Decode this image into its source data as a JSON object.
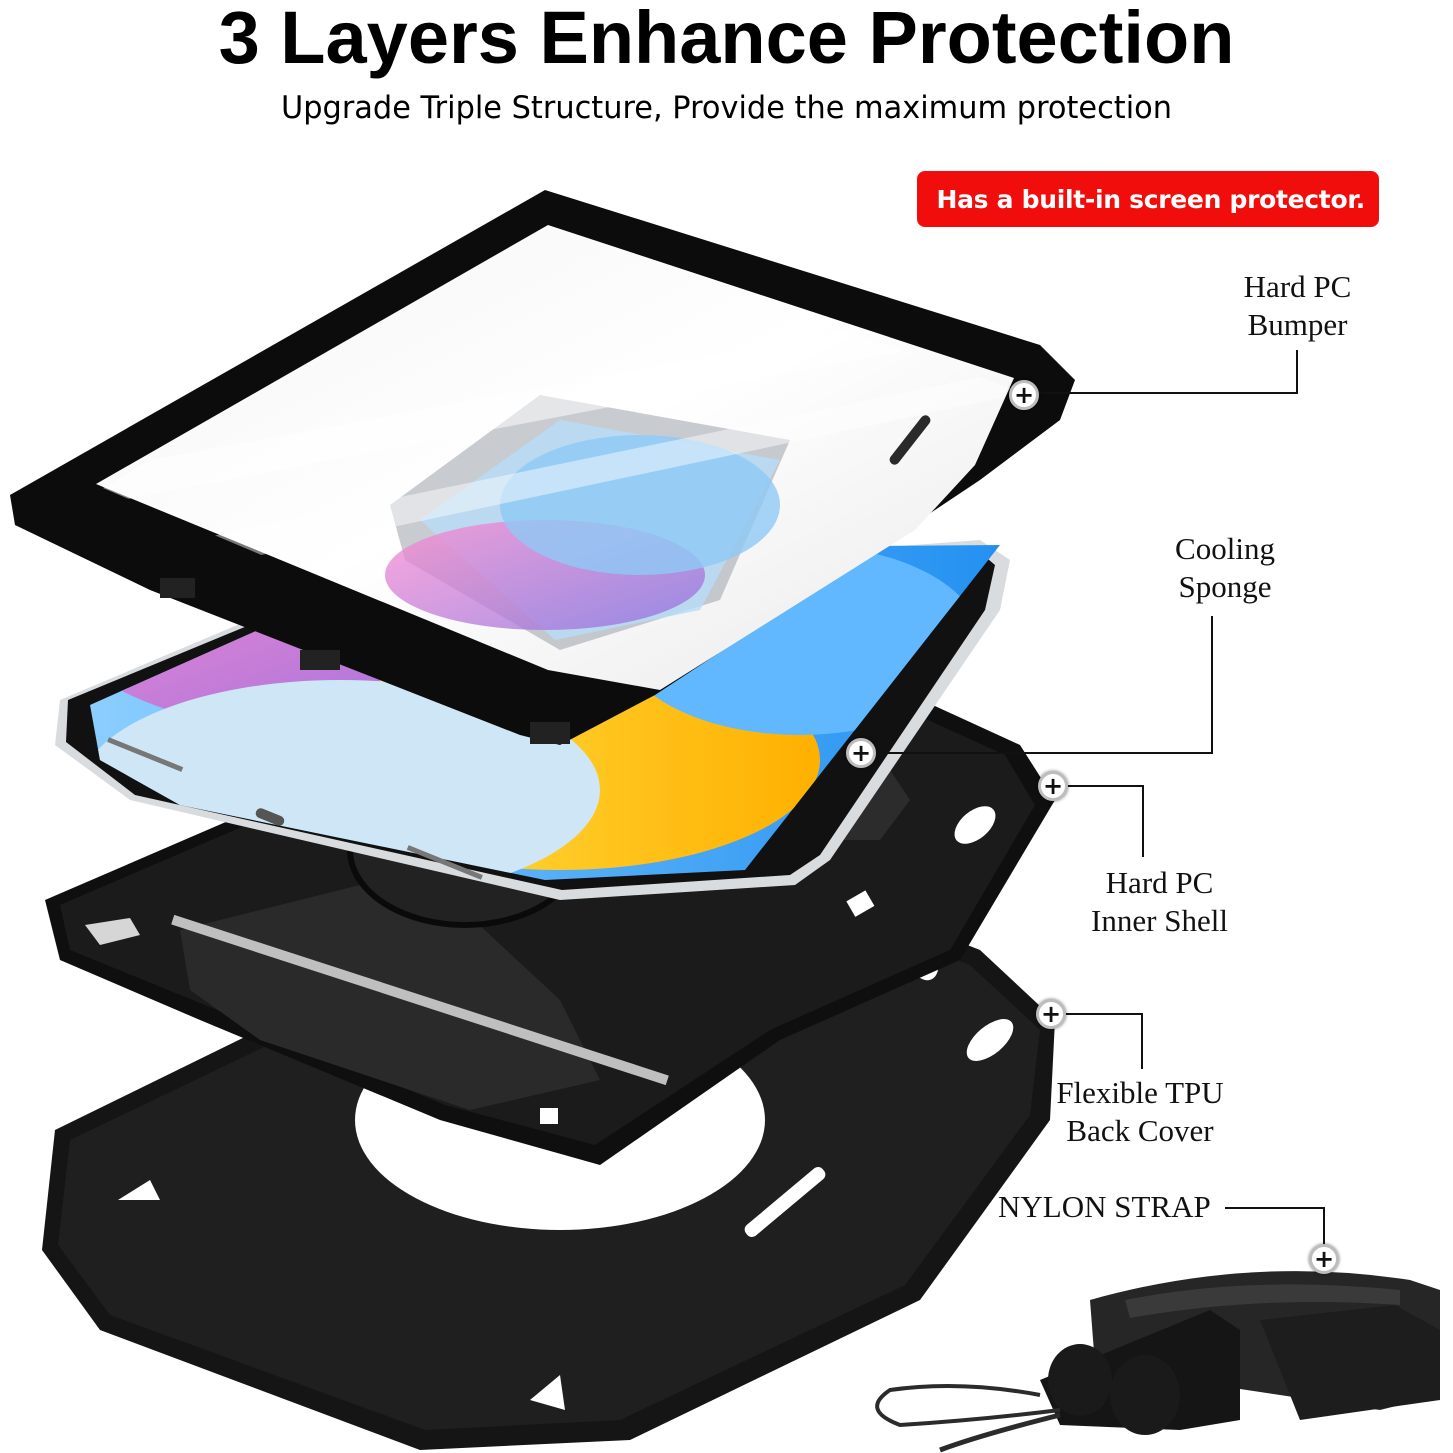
{
  "header": {
    "title": "3 Layers Enhance Protection",
    "subtitle": "Upgrade Triple Structure, Provide the maximum protection"
  },
  "badge": {
    "text": "Has a built-in screen protector.",
    "color": "#f20d0d"
  },
  "callouts": [
    {
      "id": "hard-pc-bumper",
      "lines": [
        "Hard PC",
        "Bumper"
      ],
      "icon": "plus-hotspot-icon"
    },
    {
      "id": "cooling-sponge",
      "lines": [
        "Cooling",
        "Sponge"
      ],
      "icon": "plus-hotspot-icon"
    },
    {
      "id": "hard-pc-inner-shell",
      "lines": [
        "Hard PC",
        "Inner Shell"
      ],
      "icon": "plus-hotspot-icon"
    },
    {
      "id": "flexible-tpu-back-cover",
      "lines": [
        "Flexible TPU",
        "Back Cover"
      ],
      "icon": "plus-hotspot-icon"
    },
    {
      "id": "nylon-strap",
      "lines": [
        "NYLON STRAP"
      ],
      "icon": "plus-hotspot-icon"
    }
  ],
  "hotspot_symbol": "+",
  "colors": {
    "case_black": "#141414",
    "screen_blue": "#3aa0f0",
    "screen_pink": "#e878c8",
    "screen_yellow": "#ffd81a",
    "tablet_silver": "#d9dcdf"
  }
}
